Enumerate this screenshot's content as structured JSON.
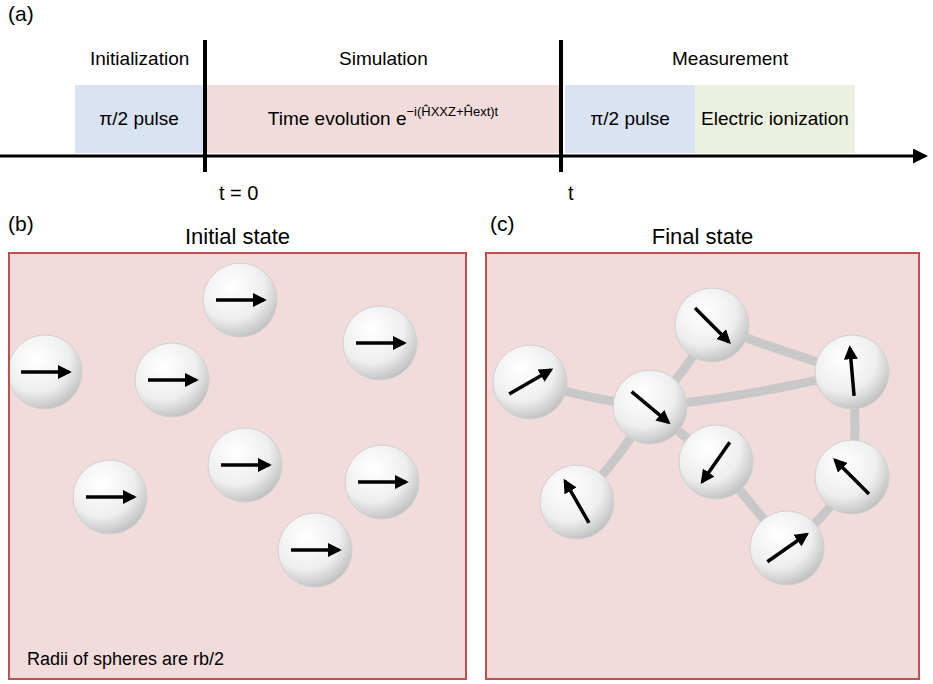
{
  "diagram": {
    "nodes": [
      {
        "text": [
          "π/2 pulse"
        ]
      },
      {
        "text": [
          "Time evolution e",
          "−i(ĤXXZ+Ĥext)t"
        ]
      },
      {
        "text": [
          "π/2 pulse"
        ]
      },
      {
        "text": [
          "Electric ionization"
        ]
      },
      {
        "text": [
          "Initial state",
          "Radii of spheres are rb/2"
        ]
      },
      {
        "text": [
          "Final state"
        ]
      }
    ],
    "labels": [
      "(a)",
      "Initialization",
      "Simulation",
      "Measurement",
      "t = 0",
      "t",
      "(b)",
      "(c)"
    ]
  }
}
